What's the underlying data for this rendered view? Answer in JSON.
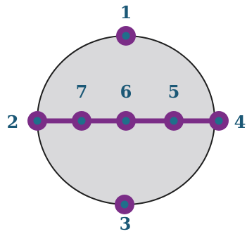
{
  "colors": {
    "circle_fill": "#d9d9db",
    "circle_stroke": "#1f1f1f",
    "chord": "#7b2d87",
    "node_outer": "#7b2d87",
    "node_inner": "#1f6f8b",
    "label": "#1b5876"
  },
  "nodes": [
    {
      "id": "n1",
      "label": "1",
      "position": "top"
    },
    {
      "id": "n2",
      "label": "2",
      "position": "left"
    },
    {
      "id": "n3",
      "label": "3",
      "position": "bottom"
    },
    {
      "id": "n4",
      "label": "4",
      "position": "right"
    },
    {
      "id": "n5",
      "label": "5",
      "position": "chord-right"
    },
    {
      "id": "n6",
      "label": "6",
      "position": "chord-center"
    },
    {
      "id": "n7",
      "label": "7",
      "position": "chord-left"
    }
  ],
  "chord": {
    "from": "2",
    "to": "4"
  }
}
